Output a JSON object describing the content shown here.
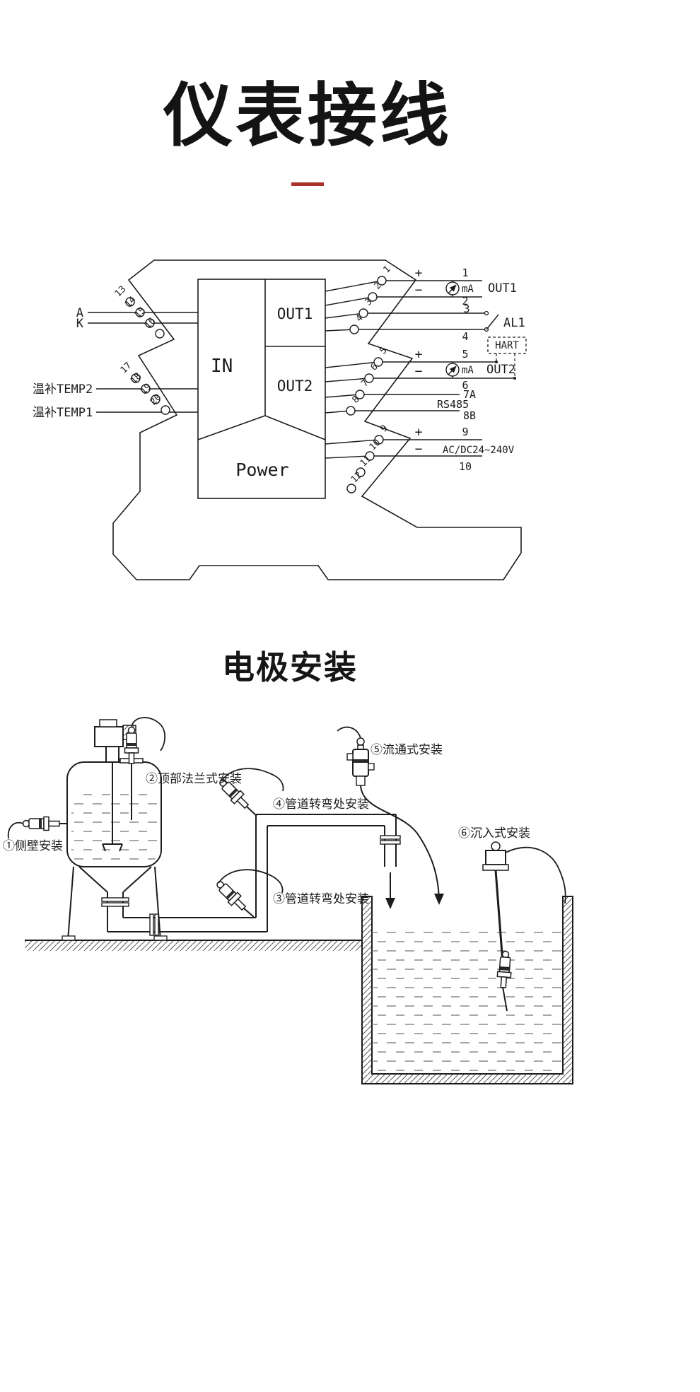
{
  "colors": {
    "accent": "#ab322b",
    "ink": "#1c1c1c"
  },
  "header": {
    "title": "仪表接线"
  },
  "wiring": {
    "block": {
      "in": "IN",
      "out1": "OUT1",
      "out2": "OUT2",
      "power": "Power"
    },
    "left": {
      "a": "A",
      "k": "K",
      "temp2": "温补TEMP2",
      "temp1": "温补TEMP1",
      "n13": "13",
      "n14": "14",
      "n15": "15",
      "n16": "16",
      "n17": "17",
      "n18": "18",
      "n19": "19",
      "n20": "20"
    },
    "right": {
      "n1": "1",
      "n2": "2",
      "n3": "3",
      "n4": "4",
      "n5": "5",
      "n6": "6",
      "n7": "7",
      "n8": "8",
      "n9": "9",
      "n10": "10",
      "n11": "11",
      "n12": "12",
      "out1": {
        "plus": "+",
        "minus": "−",
        "t1": "1",
        "t2": "2",
        "meter": "mA",
        "label": "OUT1"
      },
      "alarm": {
        "t3": "3",
        "t4": "4",
        "label": "AL1"
      },
      "hart": {
        "label": "HART"
      },
      "out2": {
        "plus": "+",
        "minus": "−",
        "t5": "5",
        "t6": "6",
        "meter": "mA",
        "label": "OUT2"
      },
      "rs485": {
        "t7": "7A",
        "t8": "8B",
        "label": "RS485"
      },
      "power": {
        "plus": "+",
        "minus": "−",
        "t9": "9",
        "t10": "10",
        "label": "AC/DC24~240V"
      }
    }
  },
  "install": {
    "title": "电极安装",
    "l1": "①侧壁安装",
    "l2": "②顶部法兰式安装",
    "l3": "③管道转弯处安装",
    "l4": "④管道转弯处安装",
    "l5": "⑤流通式安装",
    "l6": "⑥沉入式安装"
  }
}
